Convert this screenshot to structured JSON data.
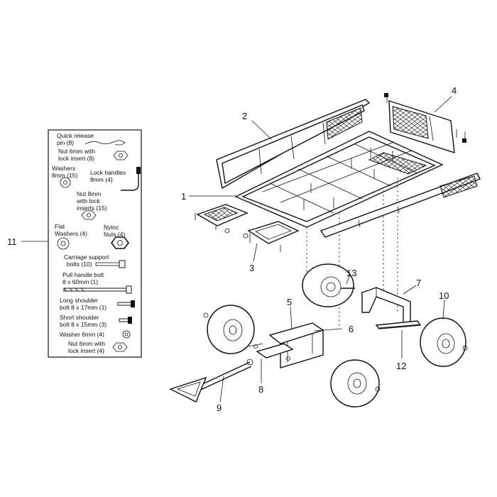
{
  "callouts": {
    "c1": "1",
    "c2": "2",
    "c3": "3",
    "c4": "4",
    "c5": "5",
    "c6": "6",
    "c7": "7",
    "c8": "8",
    "c9": "9",
    "c10": "10",
    "c11": "11",
    "c12": "12",
    "c13": "13"
  },
  "hardware": {
    "quick_release_1": "Quick release",
    "quick_release_2": "pin (8)",
    "nut6_lock_1": "Nut 6mm with",
    "nut6_lock_2": "lock insert (8)",
    "washers8_1": "Washers",
    "washers8_2": "8mm (15)",
    "lock_handles_1": "Lock handles",
    "lock_handles_2": "8mm (4)",
    "nut8_1": "Nut 8mm",
    "nut8_2": "with lock",
    "nut8_3": "inserts (15)",
    "flat_washers_1": "Flat",
    "flat_washers_2": "Washers (4)",
    "nyloc_1": "Nyloc",
    "nyloc_2": "Nuts (4)",
    "carriage_1": "Carriage support",
    "carriage_2": "bolts (10)",
    "pull_handle_1": "Pull handle bolt",
    "pull_handle_2": "8 x 60mm (1)",
    "long_shoulder_1": "Long shoulder",
    "long_shoulder_2": "bolt 8 x 17mm (1)",
    "short_shoulder_1": "Short shoulder",
    "short_shoulder_2": "bolt 8 x 15mm (3)",
    "washer6": "Washer 6mm (4)",
    "nut6_b_1": "Nut 6mm with",
    "nut6_b_2": "lock insert (4)"
  }
}
